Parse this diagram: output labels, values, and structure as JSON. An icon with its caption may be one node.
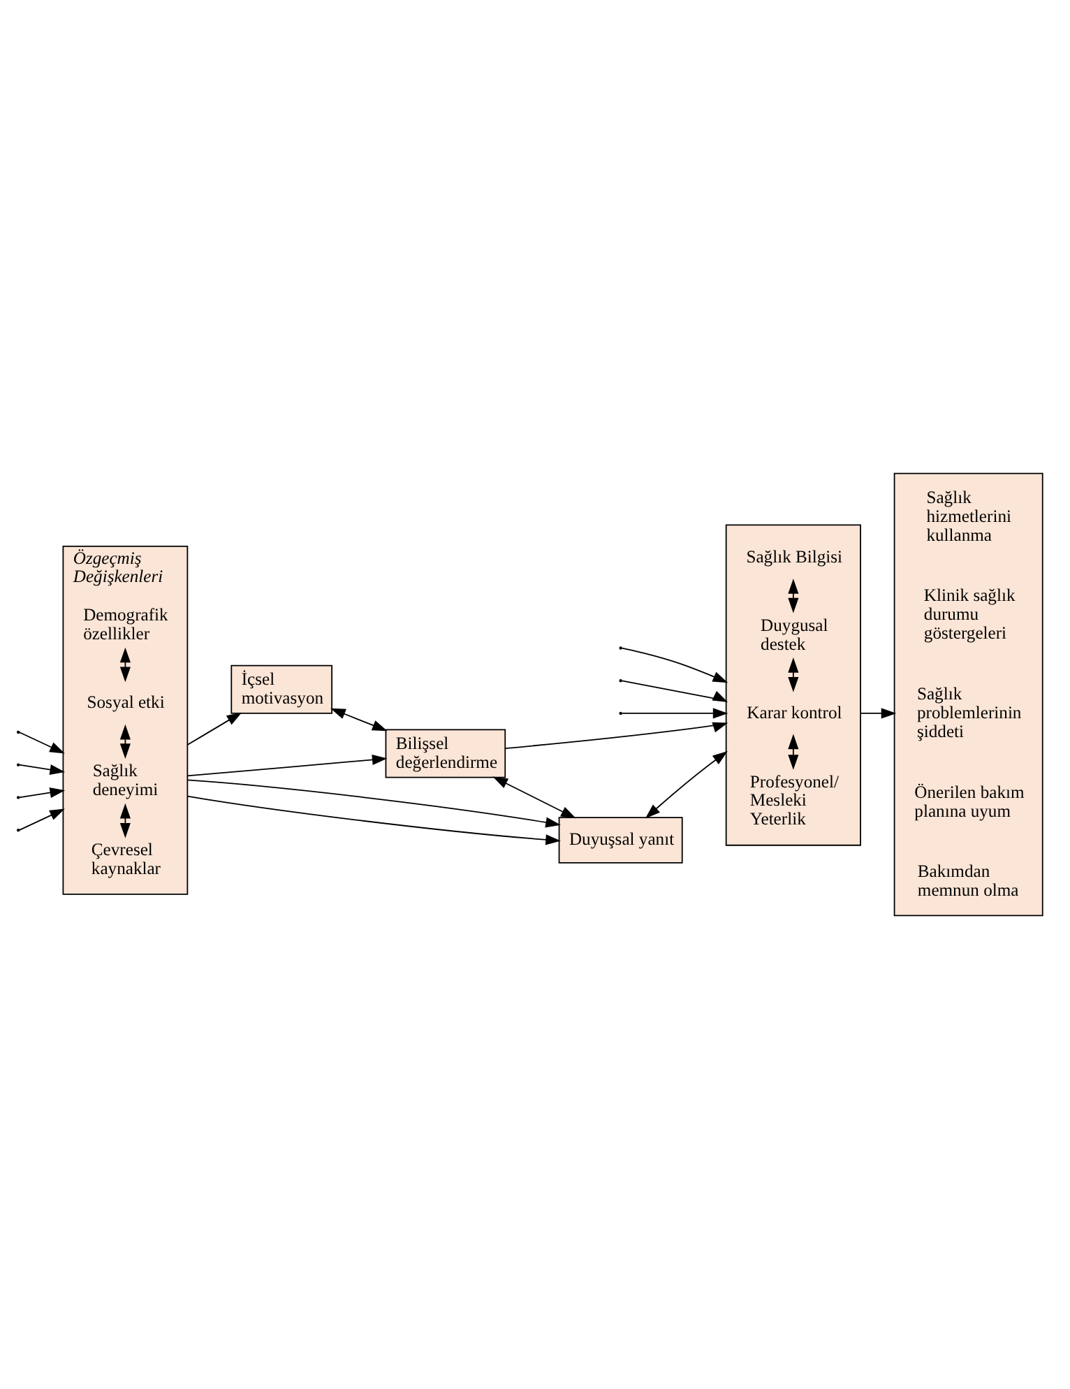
{
  "diagram": {
    "nodes": [
      {
        "text": [
          "Özgeçmiş Değişkenleri"
        ]
      },
      {
        "text": [
          "Demografik özellikler"
        ],
        "in": 0
      },
      {
        "text": [
          "Sosyal etki"
        ],
        "in": 0
      },
      {
        "text": [
          "Sağlık deneyimi"
        ],
        "in": 0
      },
      {
        "text": [
          "Çevresel kaynaklar"
        ],
        "in": 0
      },
      {
        "text": [
          "İçsel motivasyon"
        ]
      },
      {
        "text": [
          "Bilişsel değerlendirme"
        ]
      },
      {
        "text": [
          "Duyuşsal yanıt"
        ]
      },
      {
        "text": [],
        "shape": "box"
      },
      {
        "text": [
          "Sağlık Bilgisi"
        ],
        "in": 8
      },
      {
        "text": [
          "Duygusal destek"
        ],
        "in": 8
      },
      {
        "text": [
          "Karar kontrol"
        ],
        "in": 8
      },
      {
        "text": [
          "Profesyonel/ Mesleki Yeterlik"
        ],
        "in": 8
      },
      {
        "text": [],
        "shape": "box"
      },
      {
        "text": [
          "Sağlık hizmetlerini kullanma"
        ],
        "in": 13
      },
      {
        "text": [
          "Klinik sağlık durumu göstergeleri"
        ],
        "in": 13
      },
      {
        "text": [
          "Sağlık problemlerinin şiddeti"
        ],
        "in": 13
      },
      {
        "text": [
          "Önerilen bakım planına uyum"
        ],
        "in": 13
      },
      {
        "text": [
          "Bakımdan memnun olma"
        ],
        "in": 13
      }
    ],
    "edges": [
      {
        "from": null,
        "to": 0,
        "arrow": "to"
      },
      {
        "from": null,
        "to": 0,
        "arrow": "to"
      },
      {
        "from": null,
        "to": 0,
        "arrow": "to"
      },
      {
        "from": null,
        "to": 0,
        "arrow": "to"
      },
      {
        "from": 1,
        "to": 2,
        "arrow": "both"
      },
      {
        "from": 2,
        "to": 3,
        "arrow": "both"
      },
      {
        "from": 3,
        "to": 4,
        "arrow": "both"
      },
      {
        "from": 0,
        "to": 5,
        "arrow": "to"
      },
      {
        "from": 0,
        "to": 6,
        "arrow": "to"
      },
      {
        "from": 0,
        "to": 7,
        "arrow": "to"
      },
      {
        "from": 0,
        "to": 7,
        "arrow": "to"
      },
      {
        "from": 5,
        "to": 6,
        "arrow": "both"
      },
      {
        "from": 6,
        "to": 7,
        "arrow": "both"
      },
      {
        "from": 6,
        "to": 8,
        "arrow": "to"
      },
      {
        "from": null,
        "to": 8,
        "arrow": "to"
      },
      {
        "from": null,
        "to": 8,
        "arrow": "to"
      },
      {
        "from": null,
        "to": 8,
        "arrow": "to"
      },
      {
        "from": 7,
        "to": 8,
        "arrow": "both"
      },
      {
        "from": 9,
        "to": 10,
        "arrow": "both"
      },
      {
        "from": 10,
        "to": 11,
        "arrow": "both"
      },
      {
        "from": 11,
        "to": 12,
        "arrow": "both"
      },
      {
        "from": 8,
        "to": 13,
        "arrow": "to"
      }
    ]
  }
}
